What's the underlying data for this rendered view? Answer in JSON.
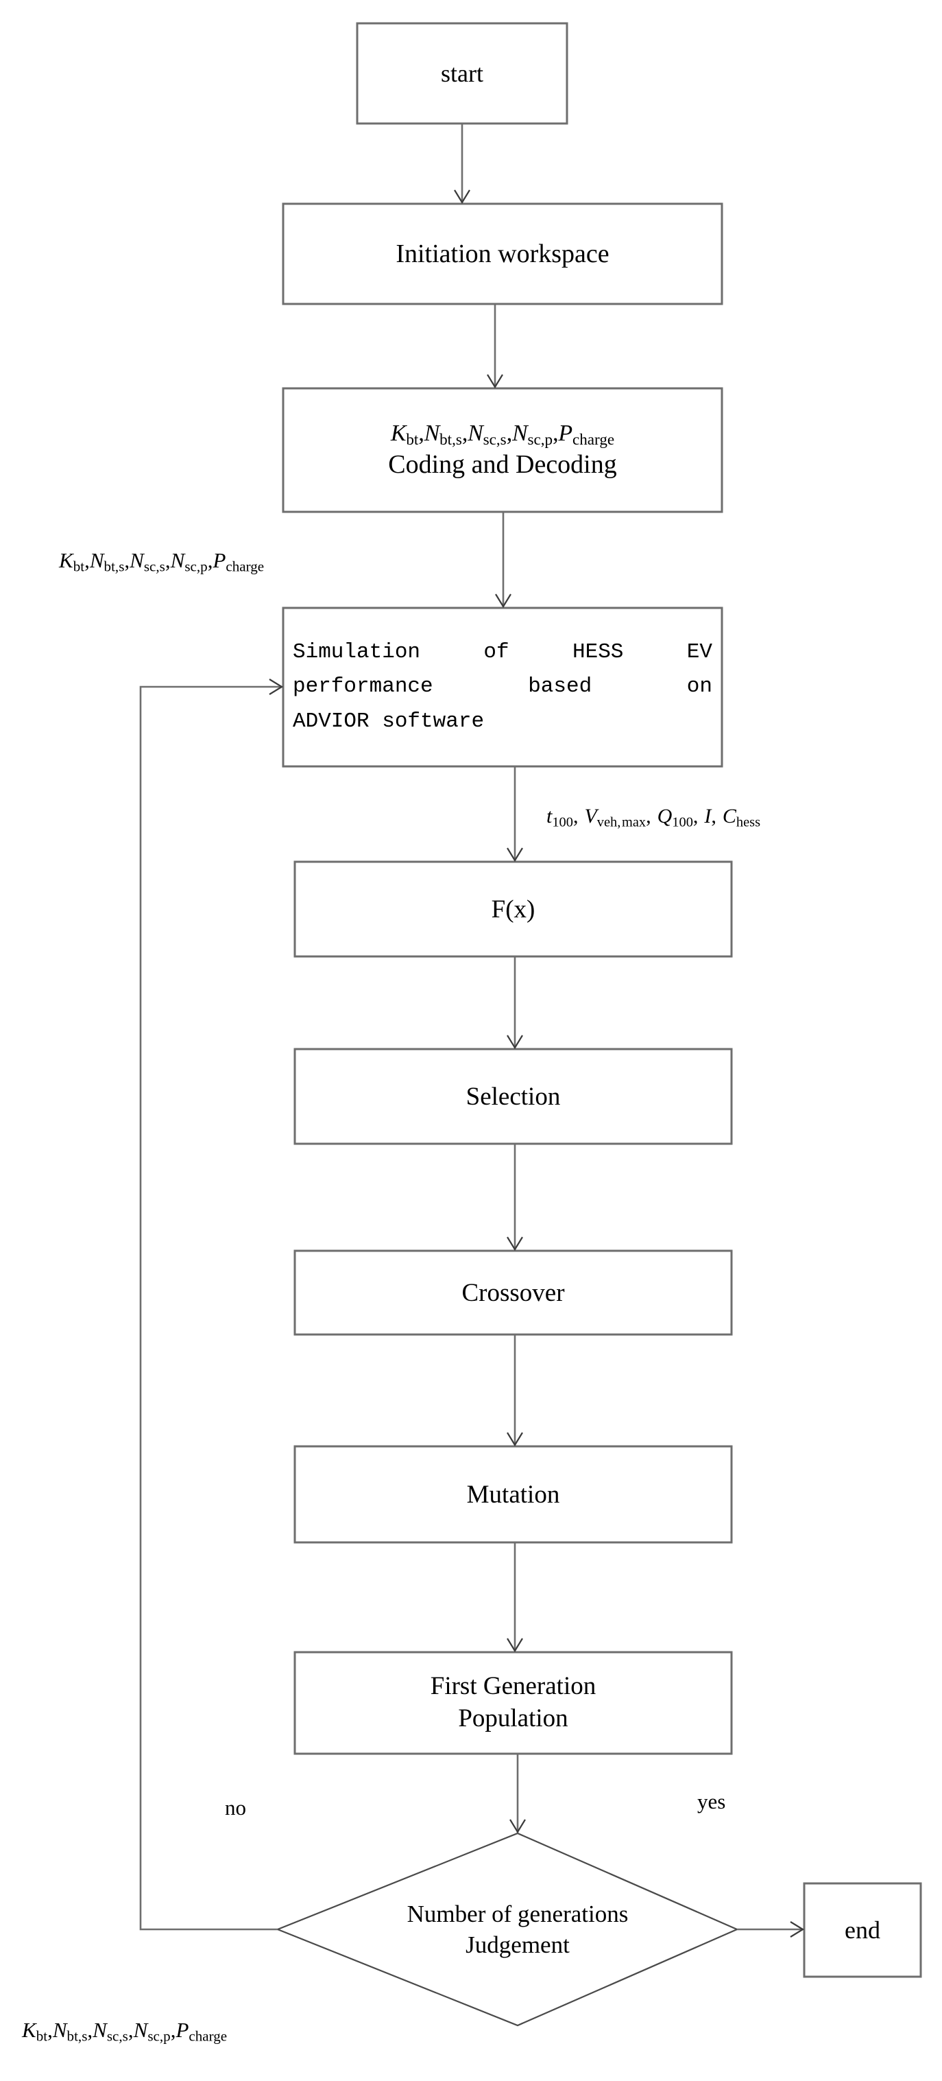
{
  "diagram": {
    "type": "flowchart",
    "title": "Genetic algorithm optimization flow for HESS EV",
    "background": "#ffffff",
    "stroke_color": "#6e6e6e",
    "text_color": "#000000"
  },
  "nodes": {
    "start": {
      "label": "start",
      "shape": "rect"
    },
    "initiation": {
      "label": "Initiation workspace",
      "shape": "rect"
    },
    "coding": {
      "shape": "rect",
      "vars_line": "Kbt,Nbt,s,Nsc,s,Nsc,p,Pcharge",
      "label": "Coding and Decoding"
    },
    "simulation": {
      "shape": "rect",
      "line1": "Simulation of HESS EV",
      "line2": "performance based on",
      "line3": "ADVIOR software"
    },
    "fitness": {
      "label": "F(x)",
      "shape": "rect"
    },
    "selection": {
      "label": "Selection",
      "shape": "rect"
    },
    "crossover": {
      "label": "Crossover",
      "shape": "rect"
    },
    "mutation": {
      "label": "Mutation",
      "shape": "rect"
    },
    "population": {
      "shape": "rect",
      "line1": "First Generation",
      "line2": "Population"
    },
    "judgement": {
      "shape": "diamond",
      "line1": "Number of generations",
      "line2": "Judgement"
    },
    "end": {
      "label": "end",
      "shape": "rect"
    }
  },
  "edge_labels": {
    "yes": "yes",
    "no": "no",
    "coding_outputs": "Kbt,Nbt,s,Nsc,s,Nsc,p,Pcharge",
    "simulation_outputs": "t100, Vveh,max, Q100, I, Chess",
    "final_outputs": "Kbt,Nbt,s,Nsc,s,Nsc,p,Pcharge"
  },
  "variables": {
    "K_bt": {
      "symbol": "K",
      "subscript": "bt"
    },
    "N_bt_s": {
      "symbol": "N",
      "subscript": "bt,s"
    },
    "N_sc_s": {
      "symbol": "N",
      "subscript": "sc,s"
    },
    "N_sc_p": {
      "symbol": "N",
      "subscript": "sc,p"
    },
    "P_charge": {
      "symbol": "P",
      "subscript": "charge"
    },
    "t_100": {
      "symbol": "t",
      "subscript": "100"
    },
    "V_veh_max": {
      "symbol": "V",
      "subscript": "veh, max"
    },
    "Q_100": {
      "symbol": "Q",
      "subscript": "100"
    },
    "I": {
      "symbol": "I",
      "subscript": ""
    },
    "C_hess": {
      "symbol": "C",
      "subscript": "hess"
    }
  },
  "flow_sequence": [
    "start",
    "initiation",
    "coding",
    "simulation",
    "fitness",
    "selection",
    "crossover",
    "mutation",
    "population",
    "judgement",
    "end"
  ]
}
